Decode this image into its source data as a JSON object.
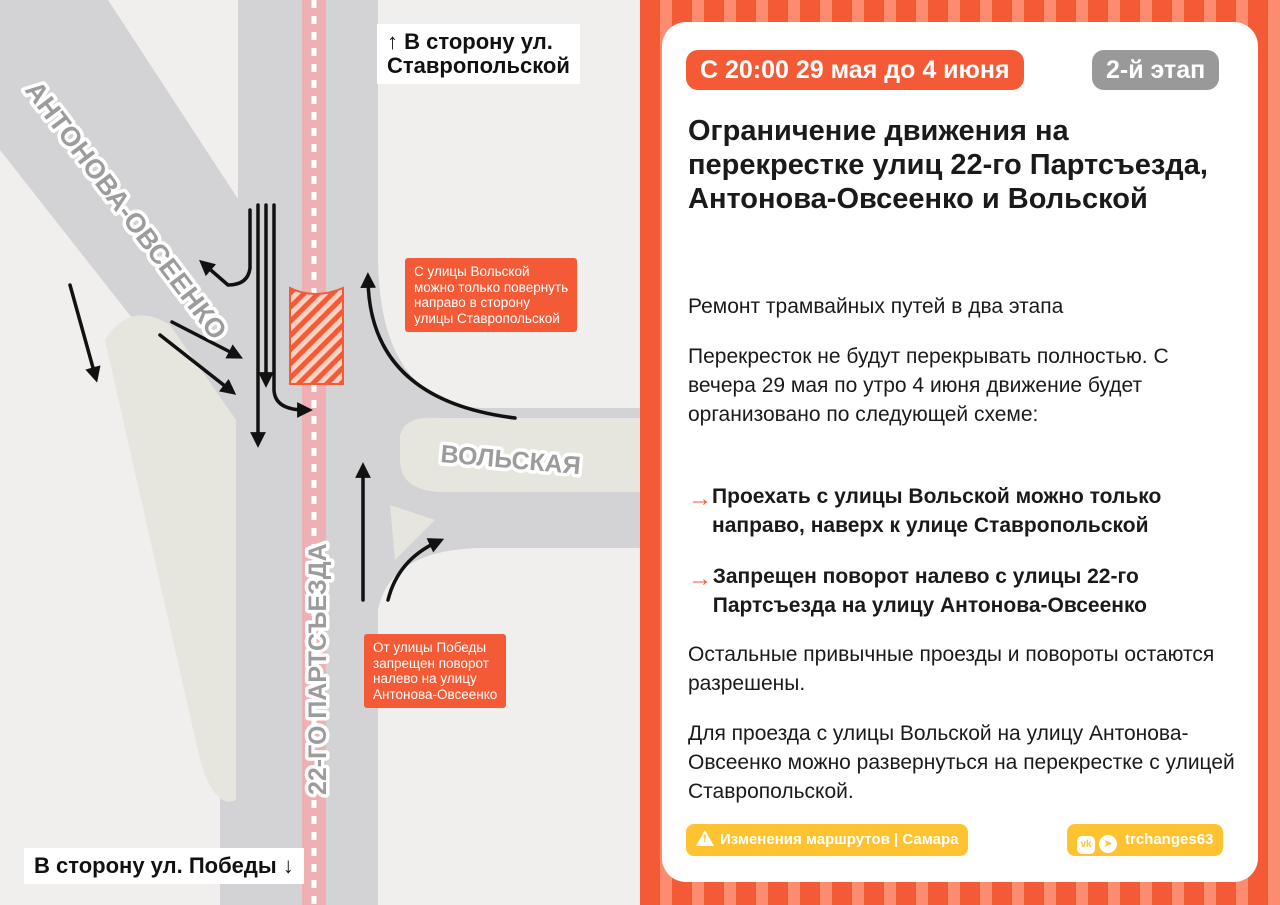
{
  "map": {
    "directions": {
      "north": "↑ В сторону ул.\nСтавропольской",
      "south": "В сторону ул. Победы ↓"
    },
    "streets": {
      "antonova": "АНТОНОВА-ОВСЕЕНКО",
      "volskaya": "ВОЛЬСКАЯ",
      "partsezda": "22-ГО ПАРТСЪЕЗДА"
    },
    "notes": {
      "volskaya_right_only": "С улицы Вольской\nможно только повернуть\nнаправо в сторону\nулицы Ставропольской",
      "pobedy_no_left": "От улицы Победы\nзапрещен поворот\nналево на улицу\nАнтонова-Овсеенко"
    }
  },
  "panel": {
    "date_pill": "С 20:00 29 мая до 4 июня",
    "stage_pill": "2-й этап",
    "title": "Ограничение движения на перекрестке улиц 22-го Партсъезда, Антонова-Овсеенко и Вольской",
    "subtitle": "Ремонт трамвайных путей в два этапа",
    "intro": "Перекресток не будут перекрывать полностью. С вечера 29 мая по утро 4 июня движение будет организовано по следующей схеме:",
    "bullets": [
      {
        "arrow": "→",
        "text": "Проехать с улицы Вольской можно только направо, наверх к улице Ставропольской"
      },
      {
        "arrow": "→",
        "text": "Запрещен поворот налево с улицы 22-го Партсъезда на улицу Антонова-Овсеенко"
      }
    ],
    "note_rest": "Остальные привычные проезды и повороты остаются разрешены.",
    "note_uturn": "Для проезда с улицы Вольской на улицу Антонова-Овсеенко можно развернуться на перекрестке с улицей Ставропольской.",
    "footer_left": "Изменения маршрутов | Самара",
    "footer_right": "trchanges63",
    "footer_left_icon": "warning-icon",
    "footer_right_icons": [
      "vk-icon",
      "telegram-icon"
    ]
  },
  "colors": {
    "accent": "#f45a36",
    "stage_pill": "#999999",
    "footer": "#fdc330",
    "road": "#d3d3d5",
    "island": "#e6e5de",
    "tram_track": "#f3a5a8"
  }
}
